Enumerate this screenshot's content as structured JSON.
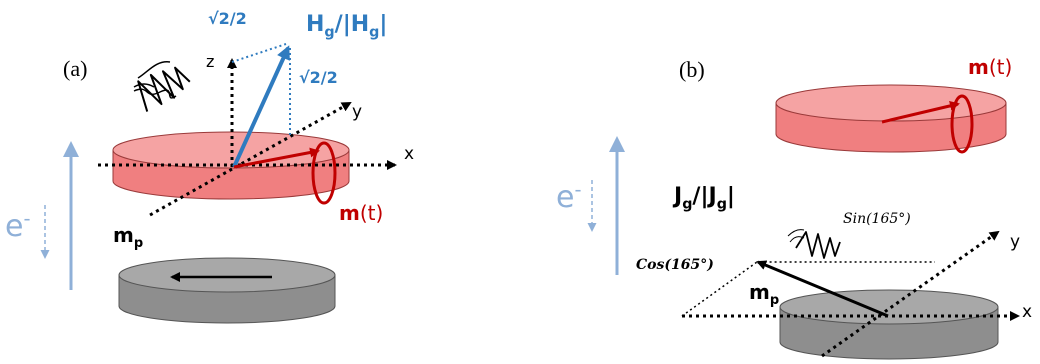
{
  "panel_a": {
    "tag": "(a)",
    "axis_z": "z",
    "axis_y": "y",
    "axis_x": "x",
    "sqrt_top": "√2/2",
    "sqrt_side": "√2/2",
    "h_label": {
      "main": "H",
      "sub": "g",
      "mid": "/|H",
      "sub2": "g",
      "end": "|"
    },
    "m_label": {
      "main": "m",
      "end": "(t)"
    },
    "mp_label": {
      "main": "m",
      "sub": "p"
    },
    "e_label": {
      "main": "e",
      "sup": "-"
    }
  },
  "panel_b": {
    "tag": "(b)",
    "axis_y": "y",
    "axis_x": "x",
    "sin_label": "Sin(165°)",
    "cos_label": "Cos(165°)",
    "j_label": {
      "main": "J",
      "sub": "g",
      "mid": "/|J",
      "sub2": "g",
      "end": "|"
    },
    "m_label": {
      "main": "m",
      "end": "(t)"
    },
    "mp_label": {
      "main": "m",
      "sub": "p"
    },
    "e_label": {
      "main": "e",
      "sup": "-"
    }
  },
  "colors": {
    "red_disk": "#f07f80",
    "gray_disk": "#9c9c9c",
    "blue": "#2f7bbf",
    "light_blue": "#8fb0d8",
    "dark_red": "#c00000"
  }
}
